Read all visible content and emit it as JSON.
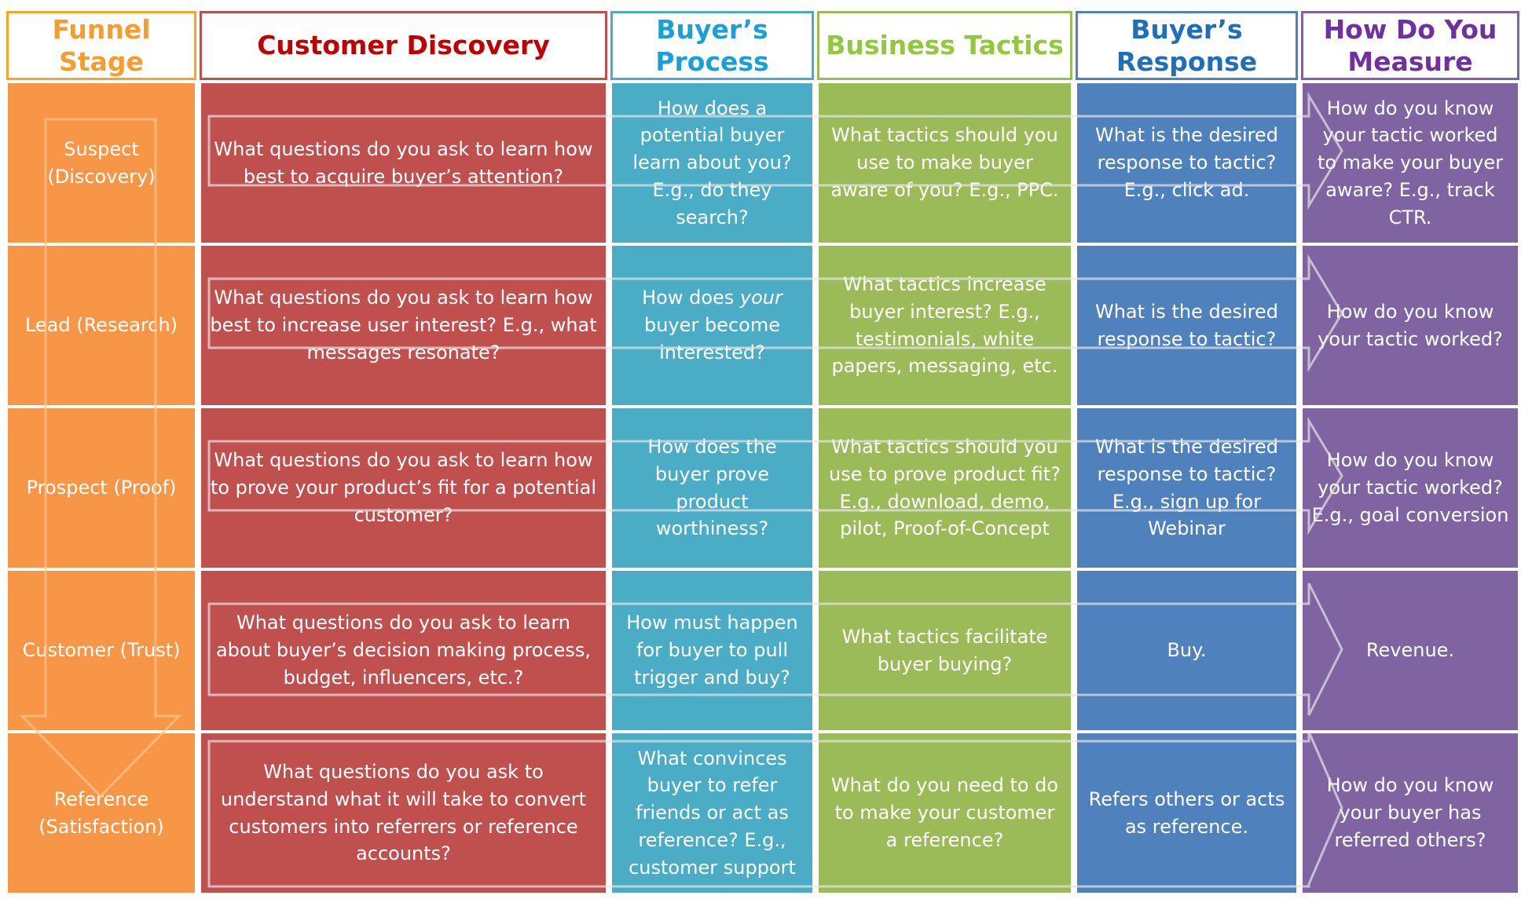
{
  "headers": [
    {
      "label": "Funnel Stage",
      "color": "#f79c2e",
      "border": "#f5a623"
    },
    {
      "label": "Customer Discovery",
      "color": "#c00000",
      "border": "#c0504d"
    },
    {
      "label": "Buyer’s Process",
      "color": "#1aa0d8",
      "border": "#4bacc6"
    },
    {
      "label": "Business Tactics",
      "color": "#92c83e",
      "border": "#9bbb59"
    },
    {
      "label": "Buyer’s Response",
      "color": "#1f6fb8",
      "border": "#4f81bd"
    },
    {
      "label": "How Do You Measure",
      "color": "#7030a0",
      "border": "#8064a2"
    }
  ],
  "column_colors": [
    "#f79646",
    "#c0504d",
    "#4bacc6",
    "#9bbb59",
    "#4f81bd",
    "#8064a2"
  ],
  "rows": [
    {
      "stage": "Suspect (Discovery)",
      "discovery": "What questions do you ask to learn how best to acquire buyer’s attention?",
      "process": "How does a potential buyer learn about you? E.g., do they search?",
      "tactics": "What tactics should you use to make buyer aware of you? E.g., PPC.",
      "response": "What is the desired response to tactic? E.g., click ad.",
      "measure": "How do you know your tactic worked to make your buyer aware? E.g., track CTR."
    },
    {
      "stage": "Lead (Research)",
      "discovery": "What questions do you ask to learn how best to increase user interest?  E.g., what messages resonate?",
      "process_pre": "How does ",
      "process_em": "your",
      "process_post": " buyer become interested?",
      "tactics": "What tactics increase buyer interest? E.g., testimonials, white papers, messaging, etc.",
      "response": "What is the desired response to tactic?",
      "measure": "How do you know your tactic worked?"
    },
    {
      "stage": "Prospect (Proof)",
      "discovery": "What questions do you ask to learn how to prove your product’s fit for a potential customer?",
      "process": "How does the buyer prove product worthiness?",
      "tactics": "What tactics should you use to prove product fit? E.g., download, demo, pilot, Proof-of-Concept",
      "response": "What is the desired response to tactic? E.g., sign up for Webinar",
      "measure": "How do you know your tactic worked? E.g., goal conversion"
    },
    {
      "stage": "Customer (Trust)",
      "discovery": "What questions do you ask to learn about buyer’s decision making process, budget, influencers, etc.?",
      "process": "How must happen for buyer to pull trigger and buy?",
      "tactics": "What tactics facilitate buyer buying?",
      "response": "Buy.",
      "measure": "Revenue."
    },
    {
      "stage": "Reference (Satisfaction)",
      "discovery": "What questions do you ask to understand what it will take to convert customers into referrers or reference accounts?",
      "process": "What convinces buyer to refer friends or act as reference? E.g., customer support",
      "tactics": "What do you need to do to make your customer a reference?",
      "response": "Refers others or acts as reference.",
      "measure": "How do you know your buyer has referred others?"
    }
  ]
}
